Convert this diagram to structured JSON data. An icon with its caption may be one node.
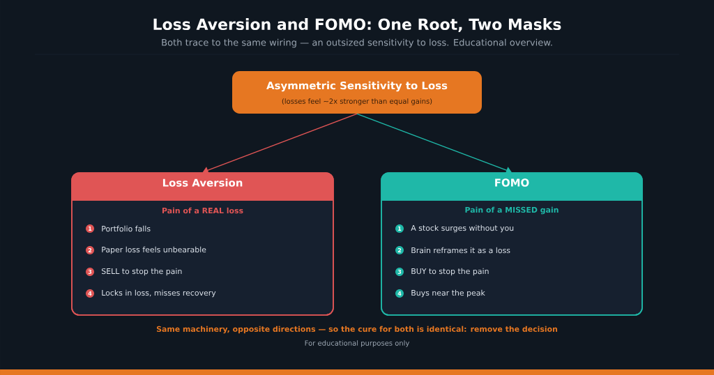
{
  "diagram": {
    "title": "Loss Aversion and FOMO: One Root, Two Masks",
    "nodes": [
      {
        "text": [
          "Asymmetric Sensitivity to Loss",
          "(losses feel ~2x stronger than equal gains)"
        ]
      },
      {
        "text": [
          "Loss Aversion",
          "Pain of a REAL loss"
        ]
      },
      {
        "text": [
          "FOMO",
          "Pain of a MISSED gain"
        ]
      },
      {
        "text": [
          "1"
        ],
        "in": 1,
        "beside": [
          "Portfolio falls"
        ]
      },
      {
        "text": [
          "2"
        ],
        "in": 1,
        "beside": [
          "Paper loss feels unbearable"
        ]
      },
      {
        "text": [
          "3"
        ],
        "in": 1,
        "beside": [
          "SELL to stop the pain"
        ]
      },
      {
        "text": [
          "4"
        ],
        "in": 1,
        "beside": [
          "Locks in loss, misses recovery"
        ]
      },
      {
        "text": [
          "1"
        ],
        "in": 2,
        "beside": [
          "A stock surges without you"
        ]
      },
      {
        "text": [
          "2"
        ],
        "in": 2,
        "beside": [
          "Brain reframes it as a loss"
        ]
      },
      {
        "text": [
          "3"
        ],
        "in": 2,
        "beside": [
          "BUY to stop the pain"
        ]
      },
      {
        "text": [
          "4"
        ],
        "in": 2,
        "beside": [
          "Buys near the peak"
        ]
      }
    ],
    "edges": [
      {
        "from": 0,
        "to": 1,
        "arrow": "to",
        "color": "#e05555"
      },
      {
        "from": 0,
        "to": 2,
        "arrow": "to",
        "color": "#1fb8a8"
      }
    ],
    "labels": [
      "Both trace to the same wiring — an outsized sensitivity to loss. Educational overview.",
      "Same machinery, opposite directions — so the cure for both is identical: remove the decision",
      "For educational purposes only"
    ]
  }
}
